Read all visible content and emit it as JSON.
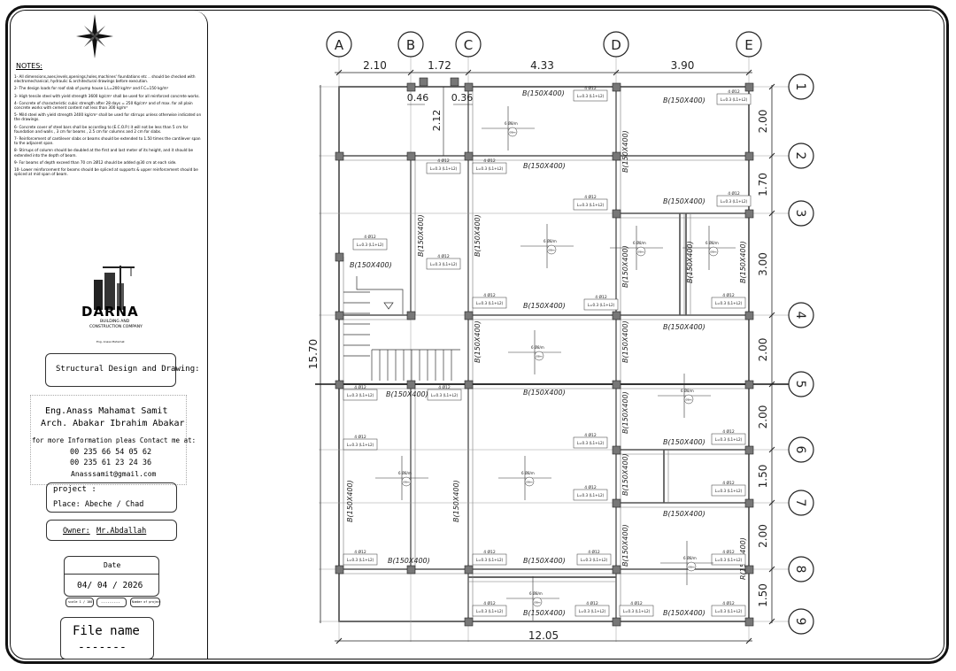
{
  "notes": {
    "heading": "NOTES:",
    "items": [
      "1- All dimensions,axes,levels,openings,holes,machines' foundations etc .. should be checked with electromechanical, hydraulic & architectural drawings before execution.",
      "2- The design loads for roof slab of pump house L.L=200 kg/m² and F.C=150 kg/m²",
      "3- High tensile steel with yield strength 3600 kg/cm² shall be used for all reinforced concrete works.",
      "4- Concrete of characteristic cubic strength after 28 days = 250 Kg/cm² and of max. for all plain concrete works with cement content not less than 300 kg/m³",
      "5- Mild steel with yield strength 2400 kg/cm² shall be used for stirrups unless otherwise indicated on the drawings.",
      "6- Concrete cover of steel bars shall be according to (E.C.O.P.) it will not be less than 5 cm for foundation and walls , 3 cm for beams , 2.5 cm for columns and 2 cm for slabs.",
      "7- Reinforcement of cantilever slabs or beams should be extended to 1.50 times the cantilever span to the adjacent span.",
      "8- Stirrups of column should be doubled at the first and last meter of its height, and it should be extended into the depth of beam.",
      "9- For beams of depth exceed than 70 cm 2Ø12 should be added @30 cm at each side.",
      "10- Lower reinforcement for beams should be spliced at supports & upper reinforcement should be spliced at mid span of beam."
    ]
  },
  "company": {
    "name": "DARNA",
    "sub1": "BUILDING AND",
    "sub2": "CONSTRUCTION COMPANY",
    "tiny": "Eng. Anass Mahamat"
  },
  "title_box": {
    "label": "Structural Design and Drawing:"
  },
  "credits": {
    "eng": "Eng.Anass Mahamat Samit",
    "arch": "Arch. Abakar Ibrahim Abakar",
    "contact": "for more Information pleas Contact me at:",
    "phone1": "00 235 66 54 05 62",
    "phone2": "00 235 61 23 24 36",
    "email": "Anasssamit@gmail.com"
  },
  "project": {
    "label": "project :",
    "place": "Place:  Abeche / Chad",
    "owner_label": "Owner:",
    "owner": "Mr.Abdallah"
  },
  "date": {
    "label": "Date",
    "value": "04/ 04 / 2026",
    "scale": "scale 1 / 100",
    "blank": "---------",
    "number": "Number of project"
  },
  "file": {
    "label": "File name",
    "dashes": "-------"
  },
  "axes_letters": [
    "A",
    "B",
    "C",
    "D",
    "E"
  ],
  "axes_numbers": [
    "1",
    "2",
    "3",
    "4",
    "5",
    "6",
    "7",
    "8",
    "9"
  ],
  "dims": {
    "top": [
      "2.10",
      "1.72",
      "4.33",
      "3.90"
    ],
    "small": [
      "0.46",
      "0.36",
      "2.12"
    ],
    "right": [
      "2.00",
      "1.70",
      "3.00",
      "2.00",
      "2.00",
      "1.50",
      "2.00",
      "1.50"
    ],
    "left_total": "15.70",
    "bottom_total": "12.05"
  },
  "beam": "B(150X400)",
  "beam_r": "R(150X400)",
  "rebar_top": "4 Ø12",
  "rebar_bot": "L=0.3 (L1+L2)",
  "mesh": "6 Ø8/m",
  "mesh_tag": "Ø8m"
}
